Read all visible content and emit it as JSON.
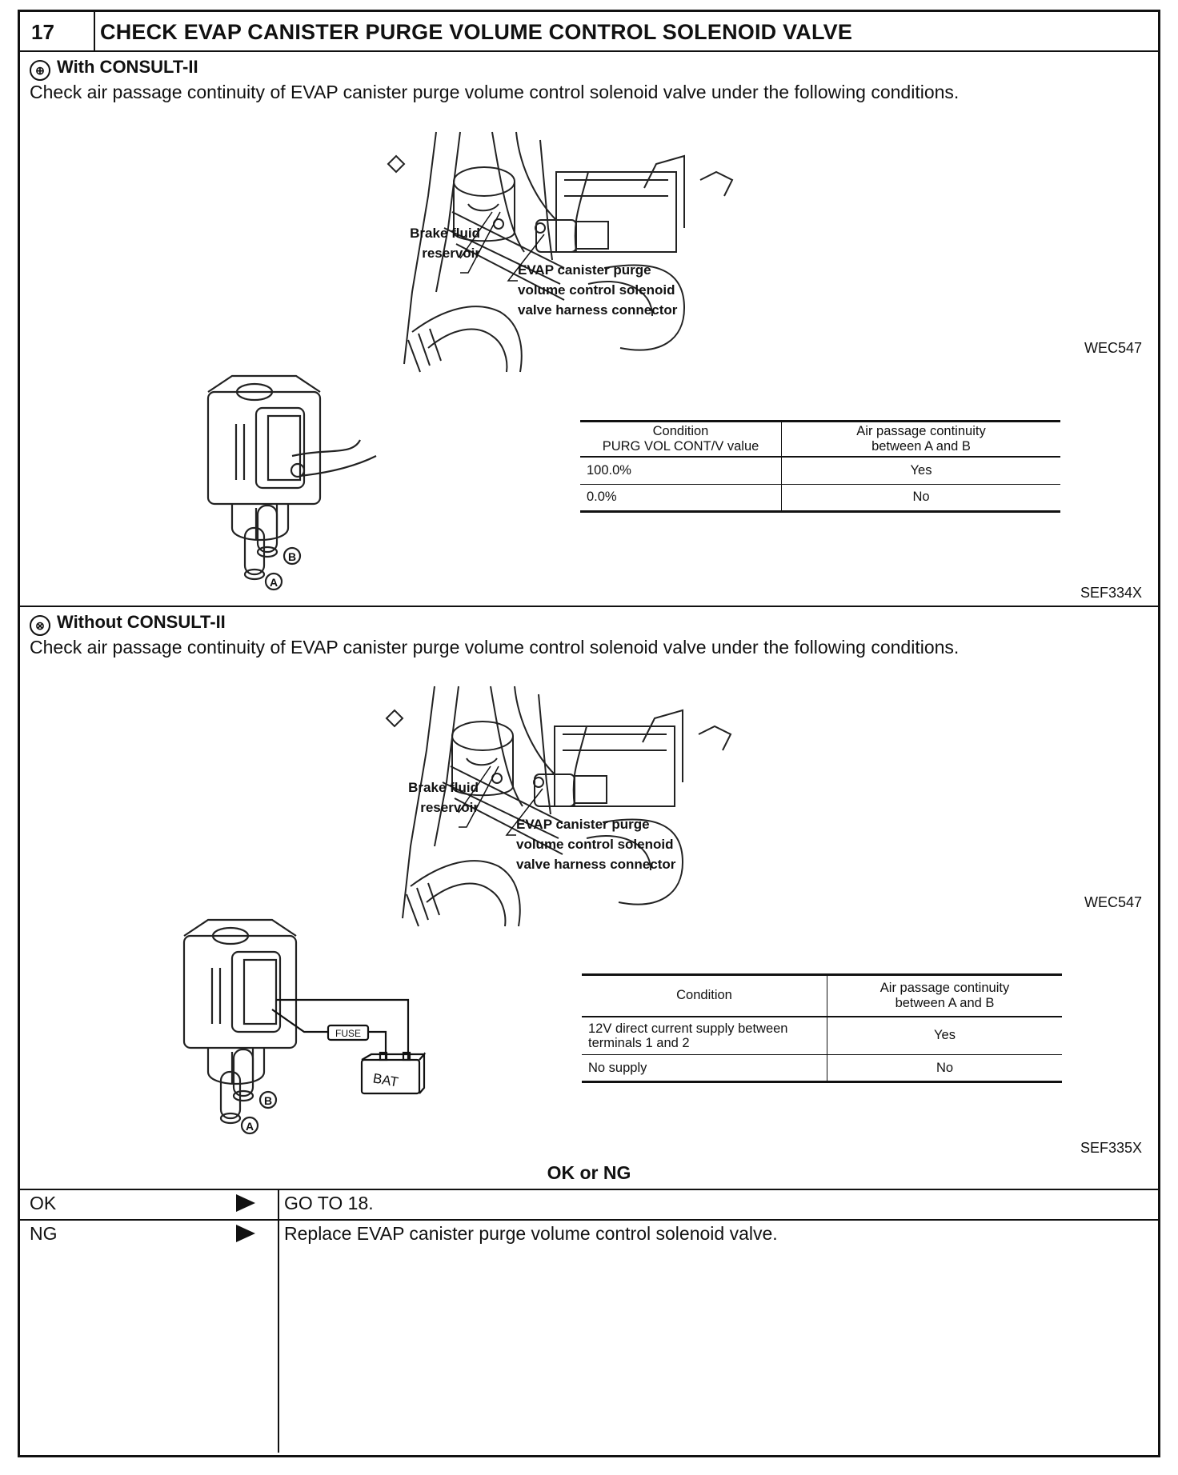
{
  "header": {
    "step_number": "17",
    "title": "CHECK EVAP CANISTER PURGE VOLUME CONTROL SOLENOID VALVE"
  },
  "with_consult": {
    "icon_glyph": "⊕",
    "title": "With CONSULT-II",
    "instruction": "Check air passage continuity of EVAP canister purge volume control solenoid valve under the following conditions.",
    "engine_figure": {
      "label_reservoir_1": "Brake fluid",
      "label_reservoir_2": "reservoir",
      "label_connector_1": "EVAP canister purge",
      "label_connector_2": "volume control solenoid",
      "label_connector_3": "valve harness connector",
      "code": "WEC547"
    },
    "valve_figure": {
      "port_b": "B",
      "port_a": "A",
      "code": "SEF334X"
    },
    "table": {
      "header_condition_1": "Condition",
      "header_condition_2": "PURG VOL CONT/V value",
      "header_result_1": "Air passage continuity",
      "header_result_2": "between A and B",
      "rows": [
        {
          "condition": "100.0%",
          "result": "Yes"
        },
        {
          "condition": "0.0%",
          "result": "No"
        }
      ]
    }
  },
  "without_consult": {
    "icon_glyph": "⊗",
    "title": "Without CONSULT-II",
    "instruction": "Check air passage continuity of EVAP canister purge volume control solenoid valve under the following conditions.",
    "engine_figure": {
      "label_reservoir_1": "Brake fluid",
      "label_reservoir_2": "reservoir",
      "label_connector_1": "EVAP canister purge",
      "label_connector_2": "volume control solenoid",
      "label_connector_3": "valve harness connector",
      "code": "WEC547"
    },
    "valve_figure": {
      "fuse_label": "FUSE",
      "battery_label": "BAT",
      "port_b": "B",
      "port_a": "A",
      "code": "SEF335X"
    },
    "table": {
      "header_condition": "Condition",
      "header_result_1": "Air passage continuity",
      "header_result_2": "between A and B",
      "rows": [
        {
          "condition_1": "12V direct current supply between",
          "condition_2": "terminals 1 and 2",
          "result": "Yes"
        },
        {
          "condition_1": "No supply",
          "condition_2": "",
          "result": "No"
        }
      ]
    }
  },
  "result": {
    "heading": "OK or NG",
    "rows": [
      {
        "label": "OK",
        "action": "GO TO 18."
      },
      {
        "label": "NG",
        "action": "Replace EVAP canister purge volume control solenoid valve."
      }
    ]
  }
}
